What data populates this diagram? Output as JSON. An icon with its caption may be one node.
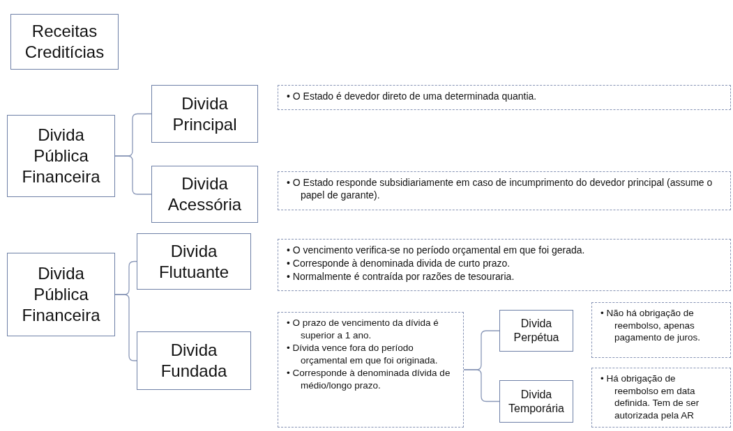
{
  "diagram": {
    "nodes": [
      {
        "text": [
          "Receitas Creditícias"
        ]
      },
      {
        "text": [
          "Divida Pública Financeira"
        ]
      },
      {
        "text": [
          "Divida Principal"
        ]
      },
      {
        "text": [
          "Divida Acessória"
        ]
      },
      {
        "text": [
          "• O Estado é devedor direto de uma determinada quantia."
        ]
      },
      {
        "text": [
          "• O Estado responde subsidiariamente em caso de incumprimento do devedor principal (assume o papel de garante)."
        ]
      },
      {
        "text": [
          "Divida Pública Financeira"
        ]
      },
      {
        "text": [
          "Divida Flutuante"
        ]
      },
      {
        "text": [
          "• O vencimento verifica-se no período orçamental em que foi gerada.",
          "• Corresponde à denominada divida de curto prazo.",
          "• Normalmente é contraída por razões de tesouraria."
        ]
      },
      {
        "text": [
          "Divida Fundada"
        ]
      },
      {
        "text": [
          "• O prazo de vencimento da dívida é superior a 1 ano.",
          "• Dívida vence fora do período orçamental em que foi originada.",
          "• Corresponde à denominada dívida de médio/longo prazo."
        ]
      },
      {
        "text": [
          "Divida Perpétua"
        ]
      },
      {
        "text": [
          "Divida Temporária"
        ]
      },
      {
        "text": [
          "• Não há obrigação de reembolso, apenas pagamento de juros."
        ]
      },
      {
        "text": [
          "• Há obrigação de reembolso em data definida. Tem de ser autorizada pela AR"
        ]
      }
    ],
    "edges": [
      {
        "from": 1,
        "to": 2,
        "arrow": "none"
      },
      {
        "from": 1,
        "to": 3,
        "arrow": "none"
      },
      {
        "from": 6,
        "to": 7,
        "arrow": "none"
      },
      {
        "from": 6,
        "to": 9,
        "arrow": "none"
      },
      {
        "from": 10,
        "to": 11,
        "arrow": "none"
      },
      {
        "from": 10,
        "to": 12,
        "arrow": "none"
      }
    ]
  }
}
